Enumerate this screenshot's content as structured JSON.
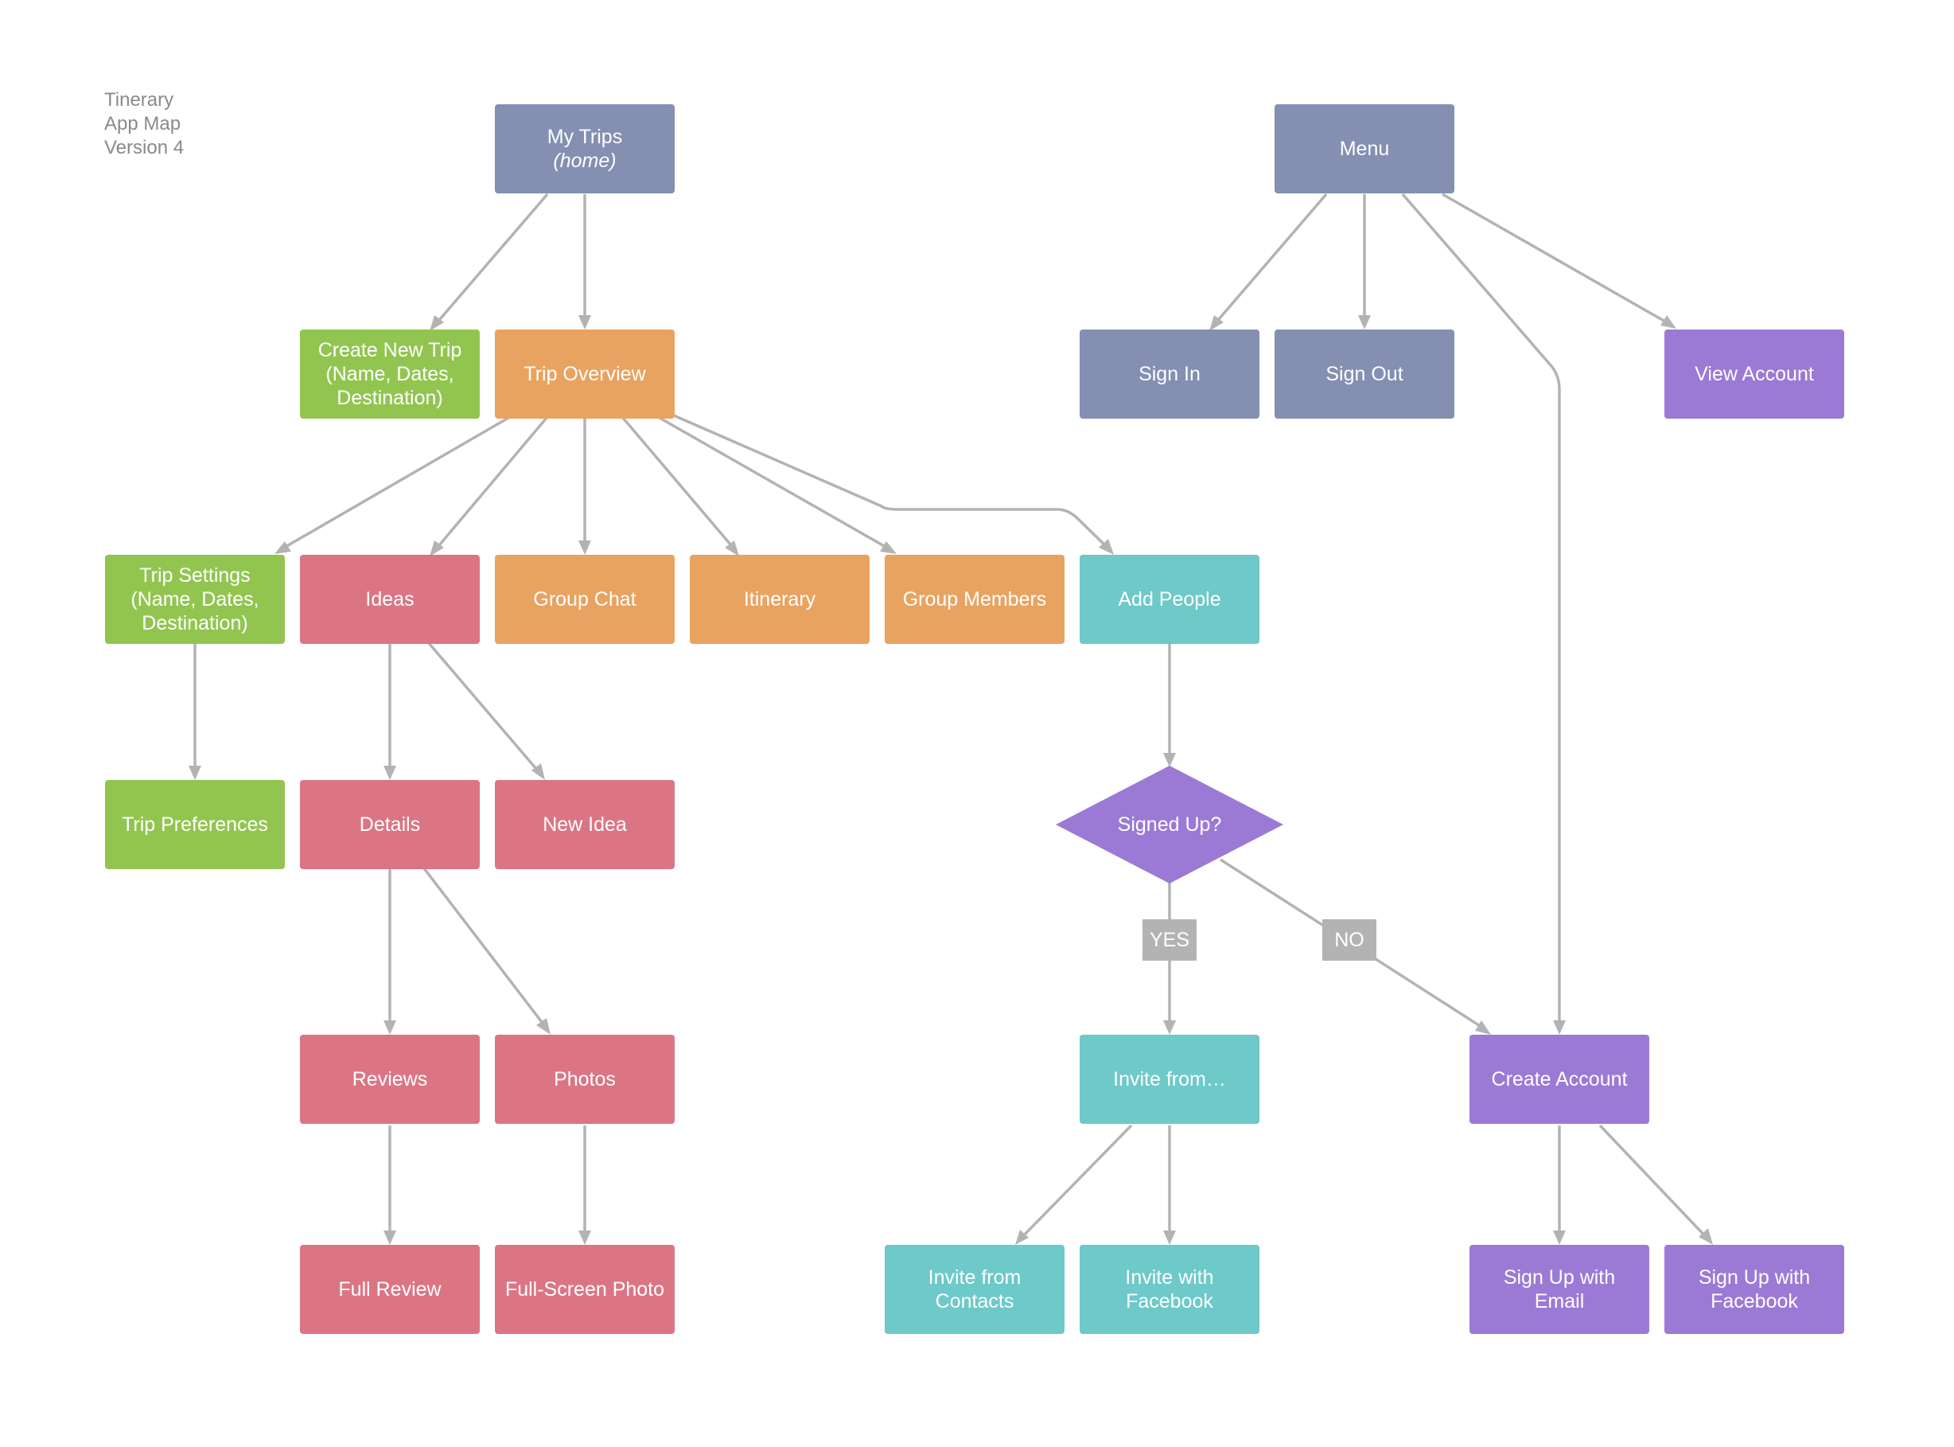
{
  "title_lines": [
    "Tinerary",
    "App Map",
    "Version 4"
  ],
  "colors": {
    "slate": "#848fb2",
    "green": "#92c550",
    "orange": "#e9a361",
    "pink": "#db7584",
    "teal": "#6ec9c9",
    "purple": "#9b7ad6",
    "edge": "#b3b3b3",
    "label_bg": "#b3b3b3"
  },
  "nodes": {
    "my_trips": {
      "label": "My Trips",
      "sub": "(home)"
    },
    "menu": {
      "label": "Menu"
    },
    "create_new_trip": {
      "label": "Create New Trip\n(Name, Dates,\nDestination)"
    },
    "trip_overview": {
      "label": "Trip Overview"
    },
    "sign_in": {
      "label": "Sign In"
    },
    "sign_out": {
      "label": "Sign Out"
    },
    "view_account": {
      "label": "View Account"
    },
    "trip_settings": {
      "label": "Trip Settings\n(Name, Dates,\nDestination)"
    },
    "ideas": {
      "label": "Ideas"
    },
    "group_chat": {
      "label": "Group Chat"
    },
    "itinerary": {
      "label": "Itinerary"
    },
    "group_members": {
      "label": "Group Members"
    },
    "add_people": {
      "label": "Add People"
    },
    "trip_preferences": {
      "label": "Trip Preferences"
    },
    "details": {
      "label": "Details"
    },
    "new_idea": {
      "label": "New Idea"
    },
    "signed_up": {
      "label": "Signed Up?"
    },
    "reviews": {
      "label": "Reviews"
    },
    "photos": {
      "label": "Photos"
    },
    "invite_from": {
      "label": "Invite from…"
    },
    "create_account": {
      "label": "Create Account"
    },
    "full_review": {
      "label": "Full Review"
    },
    "full_screen_photo": {
      "label": "Full-Screen Photo"
    },
    "invite_contacts": {
      "label": "Invite from\nContacts"
    },
    "invite_facebook": {
      "label": "Invite with\nFacebook"
    },
    "signup_email": {
      "label": "Sign Up with\nEmail"
    },
    "signup_facebook": {
      "label": "Sign Up with\nFacebook"
    }
  },
  "edge_labels": {
    "yes": "YES",
    "no": "NO"
  },
  "edges": [
    {
      "from": "My Trips",
      "to": "Create New Trip"
    },
    {
      "from": "My Trips",
      "to": "Trip Overview"
    },
    {
      "from": "Menu",
      "to": "Sign In"
    },
    {
      "from": "Menu",
      "to": "Sign Out"
    },
    {
      "from": "Menu",
      "to": "View Account"
    },
    {
      "from": "Menu",
      "to": "Create Account"
    },
    {
      "from": "Trip Overview",
      "to": "Trip Settings"
    },
    {
      "from": "Trip Overview",
      "to": "Ideas"
    },
    {
      "from": "Trip Overview",
      "to": "Group Chat"
    },
    {
      "from": "Trip Overview",
      "to": "Itinerary"
    },
    {
      "from": "Trip Overview",
      "to": "Group Members"
    },
    {
      "from": "Trip Overview",
      "to": "Add People"
    },
    {
      "from": "Trip Settings",
      "to": "Trip Preferences"
    },
    {
      "from": "Ideas",
      "to": "Details"
    },
    {
      "from": "Ideas",
      "to": "New Idea"
    },
    {
      "from": "Add People",
      "to": "Signed Up?"
    },
    {
      "from": "Signed Up?",
      "to": "Invite from…",
      "label": "YES"
    },
    {
      "from": "Signed Up?",
      "to": "Create Account",
      "label": "NO"
    },
    {
      "from": "Details",
      "to": "Reviews"
    },
    {
      "from": "Details",
      "to": "Photos"
    },
    {
      "from": "Reviews",
      "to": "Full Review"
    },
    {
      "from": "Photos",
      "to": "Full-Screen Photo"
    },
    {
      "from": "Invite from…",
      "to": "Invite from Contacts"
    },
    {
      "from": "Invite from…",
      "to": "Invite with Facebook"
    },
    {
      "from": "Create Account",
      "to": "Sign Up with Email"
    },
    {
      "from": "Create Account",
      "to": "Sign Up with Facebook"
    }
  ]
}
